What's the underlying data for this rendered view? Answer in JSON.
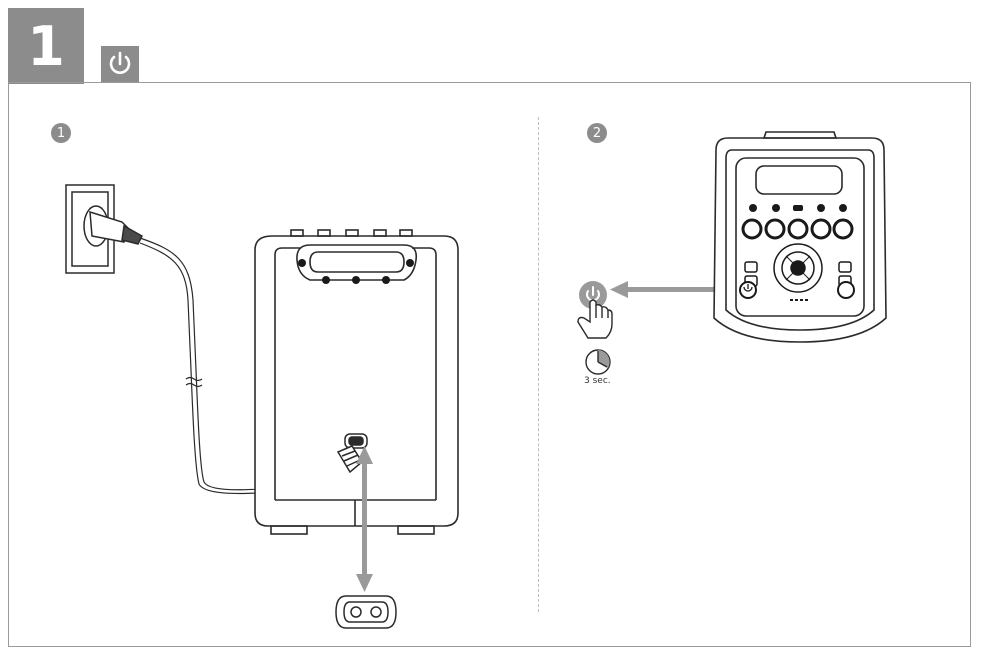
{
  "header": {
    "step_number": "1",
    "power_icon": "power-icon"
  },
  "panels": [
    {
      "number": "1"
    },
    {
      "number": "2"
    }
  ],
  "hold_time": "3 sec.",
  "colors": {
    "badge_gray": "#8c8c8c",
    "arrow_gray": "#9a9a9a",
    "line": "#2b2b2b"
  }
}
